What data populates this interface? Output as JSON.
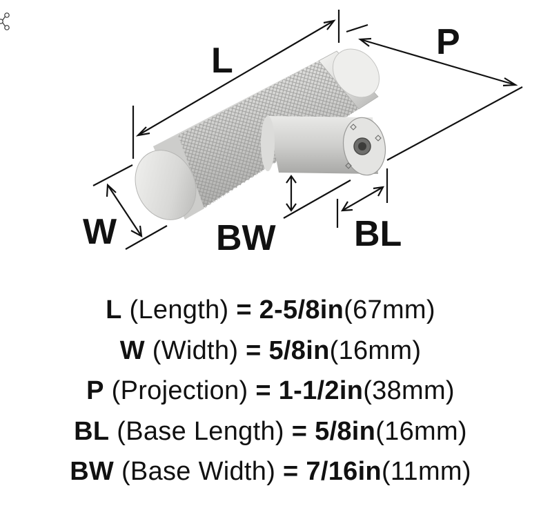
{
  "share_icon": "share-icon",
  "diagram": {
    "labels": {
      "length": "L",
      "projection": "P",
      "width": "W",
      "base_width": "BW",
      "base_length": "BL"
    },
    "colors": {
      "metal_light": "#e6e6e4",
      "metal_mid": "#c7c7c5",
      "metal_dark": "#9d9d9b",
      "line": "#111111"
    }
  },
  "specs": [
    {
      "code": "L",
      "name": "(Length)",
      "eq": "=",
      "imperial": "2-5/8in",
      "metric": "(67mm)"
    },
    {
      "code": "W",
      "name": "(Width)",
      "eq": "=",
      "imperial": "5/8in",
      "metric": "(16mm)"
    },
    {
      "code": "P",
      "name": "(Projection)",
      "eq": "=",
      "imperial": "1-1/2in",
      "metric": "(38mm)"
    },
    {
      "code": "BL",
      "name": "(Base Length)",
      "eq": "=",
      "imperial": "5/8in",
      "metric": "(16mm)"
    },
    {
      "code": "BW",
      "name": "(Base Width)",
      "eq": "=",
      "imperial": "7/16in",
      "metric": "(11mm)"
    }
  ]
}
